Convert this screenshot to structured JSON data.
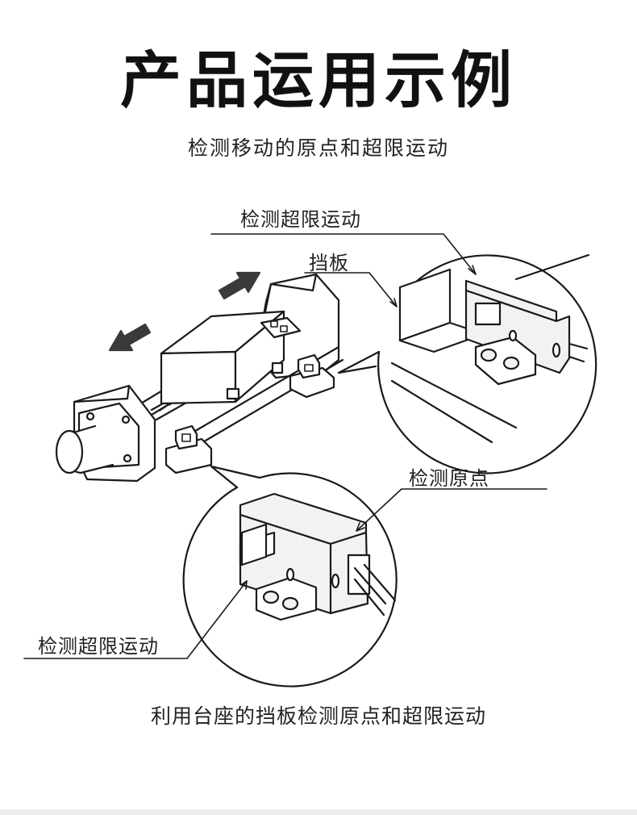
{
  "title": "产品运用示例",
  "subtitle": "检测移动的原点和超限运动",
  "labels": {
    "top_overtravel": "检测超限运动",
    "baffle": "挡板",
    "origin": "检测原点",
    "bottom_overtravel": "检测超限运动"
  },
  "caption": "利用台座的挡板检测原点和超限运动",
  "colors": {
    "stroke": "#1a1a1a",
    "fill": "#ffffff",
    "sensor_fill": "#f2f2f2",
    "arrow": "#3a3a3a",
    "bottom_bar": "#eeeeee"
  }
}
